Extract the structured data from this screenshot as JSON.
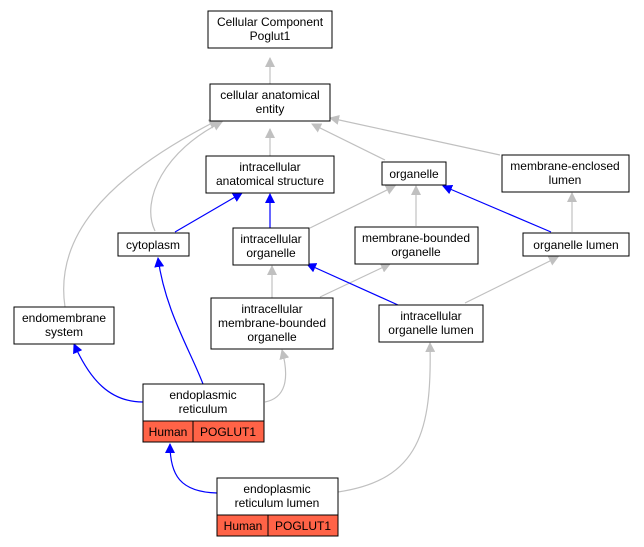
{
  "colors": {
    "node_fill": "#ffffff",
    "node_border": "#000000",
    "annotation_fill": "#ff6347",
    "is_a_edge": "#c0c0c0",
    "part_of_edge": "#0000ff"
  },
  "nodes": {
    "root": [
      "Cellular Component",
      "Poglut1"
    ],
    "cae": [
      "cellular anatomical",
      "entity"
    ],
    "ias": [
      "intracellular",
      "anatomical structure"
    ],
    "organelle": [
      "organelle"
    ],
    "mel": [
      "membrane-enclosed",
      "lumen"
    ],
    "cytoplasm": [
      "cytoplasm"
    ],
    "io": [
      "intracellular",
      "organelle"
    ],
    "mbo": [
      "membrane-bounded",
      "organelle"
    ],
    "ol": [
      "organelle lumen"
    ],
    "endo": [
      "endomembrane",
      "system"
    ],
    "imbo": [
      "intracellular",
      "membrane-bounded",
      "organelle"
    ],
    "iol": [
      "intracellular",
      "organelle lumen"
    ],
    "er": [
      "endoplasmic",
      "reticulum"
    ],
    "erl": [
      "endoplasmic",
      "reticulum lumen"
    ]
  },
  "annotations": {
    "er": [
      "Human",
      "POGLUT1"
    ],
    "erl": [
      "Human",
      "POGLUT1"
    ]
  }
}
